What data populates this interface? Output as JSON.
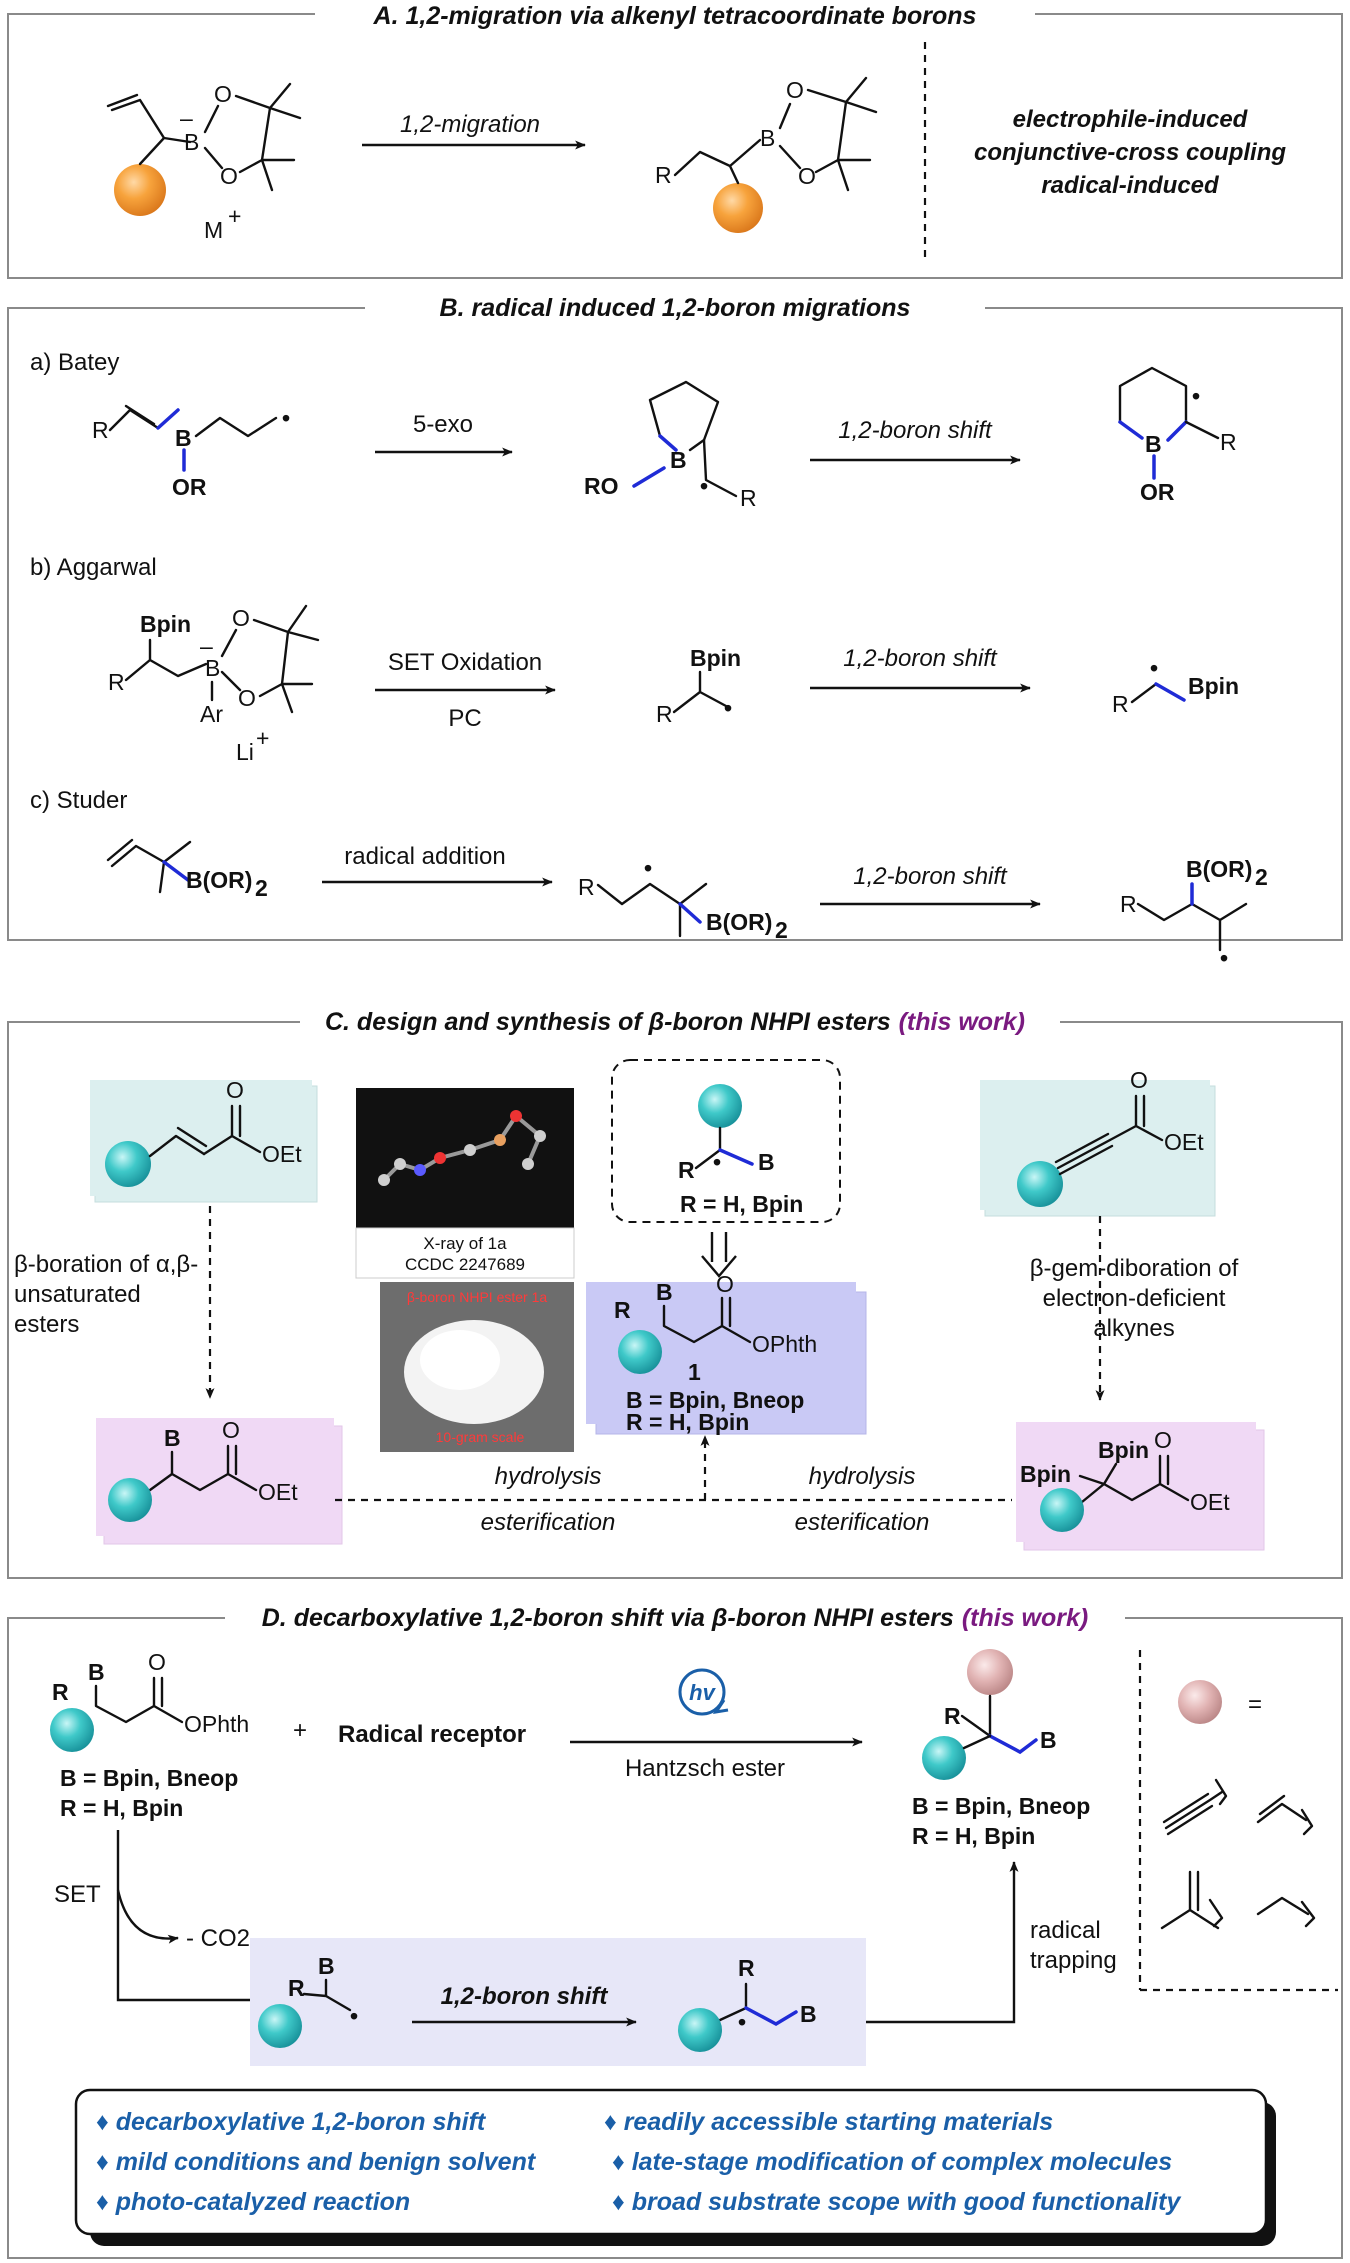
{
  "panel_a": {
    "title": "A. 1,2-migration via alkenyl tetracoordinate borons",
    "arrow_label": "1,2-migration",
    "counter_ion": "M",
    "product_sub": "R",
    "modes": [
      "electrophile-induced",
      "conjunctive-cross coupling",
      "radical-induced"
    ]
  },
  "panel_b": {
    "title": "B. radical induced 1,2-boron migrations",
    "a": {
      "name": "a) Batey",
      "step1": "5-exo",
      "step2": "1,2-boron shift",
      "or": "OR",
      "ro": "RO",
      "r": "R"
    },
    "b": {
      "name": "b) Aggarwal",
      "step1_top": "SET Oxidation",
      "step1_bottom": "PC",
      "step2": "1,2-boron shift",
      "bpin": "Bpin",
      "ar": "Ar",
      "li": "Li",
      "r": "R"
    },
    "c": {
      "name": "c) Studer",
      "step1": "radical addition",
      "step2": "1,2-boron shift",
      "bor2": "B(OR)2",
      "r": "R"
    }
  },
  "panel_c": {
    "title_prefix": "C. design and synthesis of β-boron NHPI esters",
    "title_tag": "(this work)",
    "xray_line1": "X-ray of 1a",
    "xray_line2": "CCDC 2247689",
    "photo_label1": "β-boron NHPI ester 1a",
    "photo_label2": "10-gram scale",
    "radical_r": "R = H, Bpin",
    "compound_number": "1",
    "compound_b": "B = Bpin, Bneop",
    "compound_r": "R = H, Bpin",
    "left_route": [
      "β-boration of α,β-",
      "unsaturated",
      "esters"
    ],
    "right_route": [
      "β-gem-diboration of",
      "electron-deficient",
      "alkynes"
    ],
    "hydrolysis": "hydrolysis",
    "esterification": "esterification",
    "oet": "OEt",
    "ophth": "OPhth"
  },
  "panel_d": {
    "title_prefix": "D. decarboxylative 1,2-boron shift via β-boron NHPI esters",
    "title_tag": "(this work)",
    "plus": "+",
    "receptor": "Radical receptor",
    "hv": "hv",
    "reagent": "Hantzsch ester",
    "sm_b": "B = Bpin, Bneop",
    "sm_r": "R = H, Bpin",
    "prod_b": "B = Bpin, Bneop",
    "prod_r": "R = H, Bpin",
    "set": "SET",
    "co2": "- CO2",
    "shift": "1,2-boron shift",
    "trapping": [
      "radical",
      "trapping"
    ],
    "equals": "="
  },
  "features": [
    "decarboxylative 1,2-boron shift",
    "readily accessible starting materials",
    "mild conditions and benign solvent",
    "late-stage modification of complex molecules",
    "photo-catalyzed reaction",
    "broad substrate scope with good functionality"
  ],
  "colors": {
    "boron_blue": "#1f2bd6",
    "purple": "#7a1a80",
    "orange_ball": "#f39a2b",
    "teal_ball": "#35c2c2",
    "pink_ball": "#d9a9a9",
    "teal_box": "#dcefef",
    "lilac_box": "#f0d9f5",
    "violet_box": "#c9c9f5",
    "feature_blue": "#1a5fa8"
  }
}
